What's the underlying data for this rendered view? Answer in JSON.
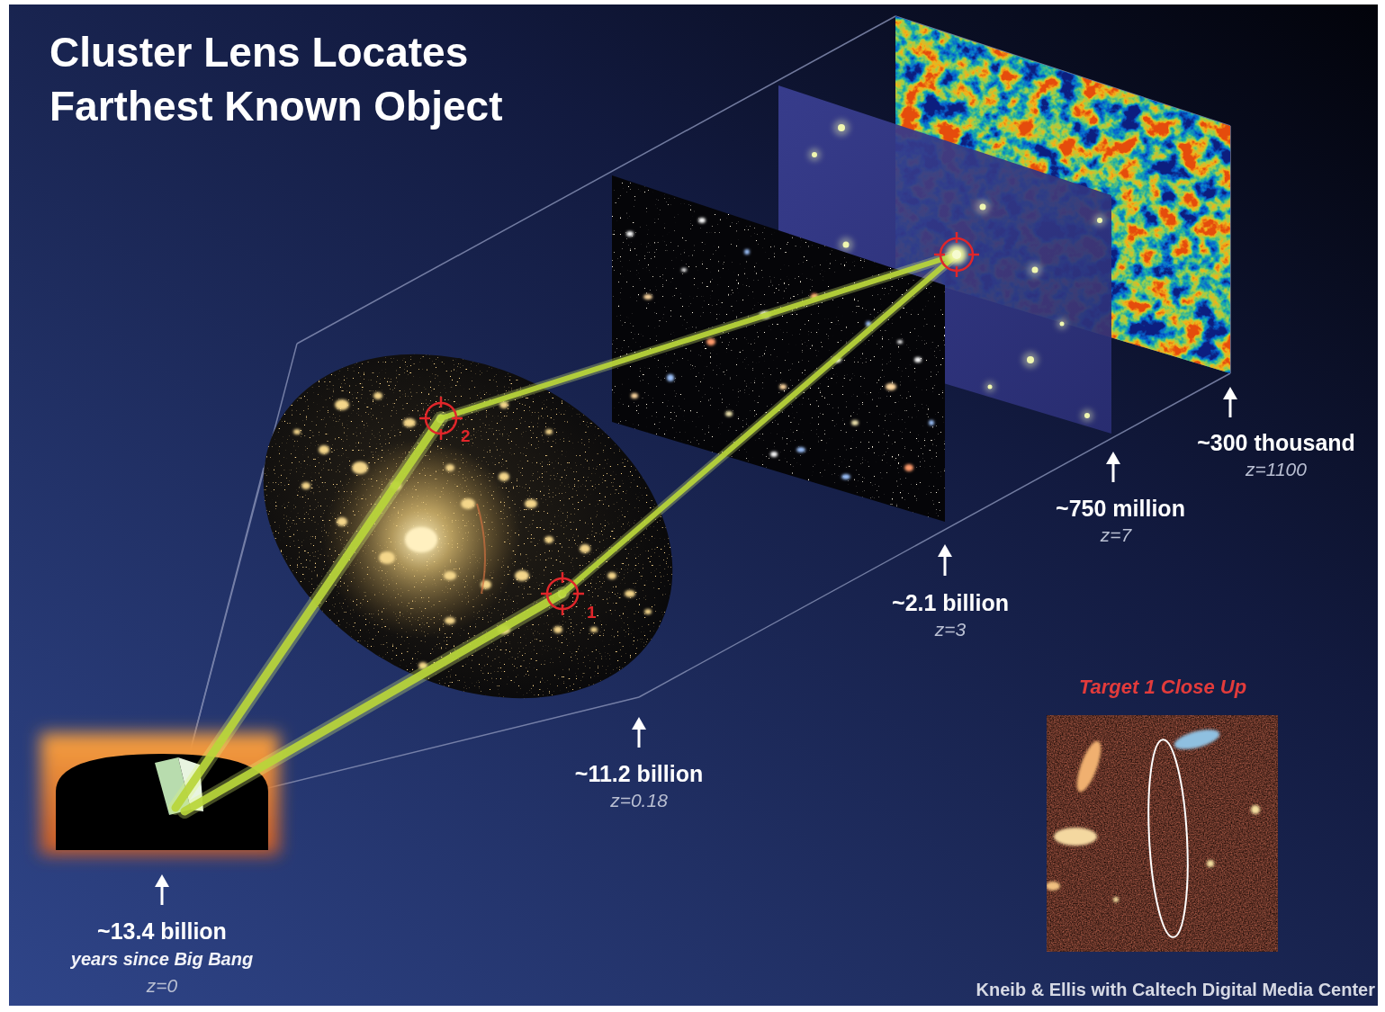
{
  "diagram": {
    "title": "Cluster Lens Locates Farthest Known Object",
    "nodes": [
      {
        "text": [
          "Target 1 Close Up"
        ]
      }
    ],
    "labels": [
      "~13.4 billion",
      "years since Big Bang",
      "z=0",
      "~11.2 billion",
      "z=0.18",
      "~2.1 billion",
      "z=3",
      "~750 million",
      "z=7",
      "~300 thousand",
      "z=1100",
      "2",
      "1",
      "Kneib & Ellis with Caltech Digital Media Center"
    ]
  }
}
